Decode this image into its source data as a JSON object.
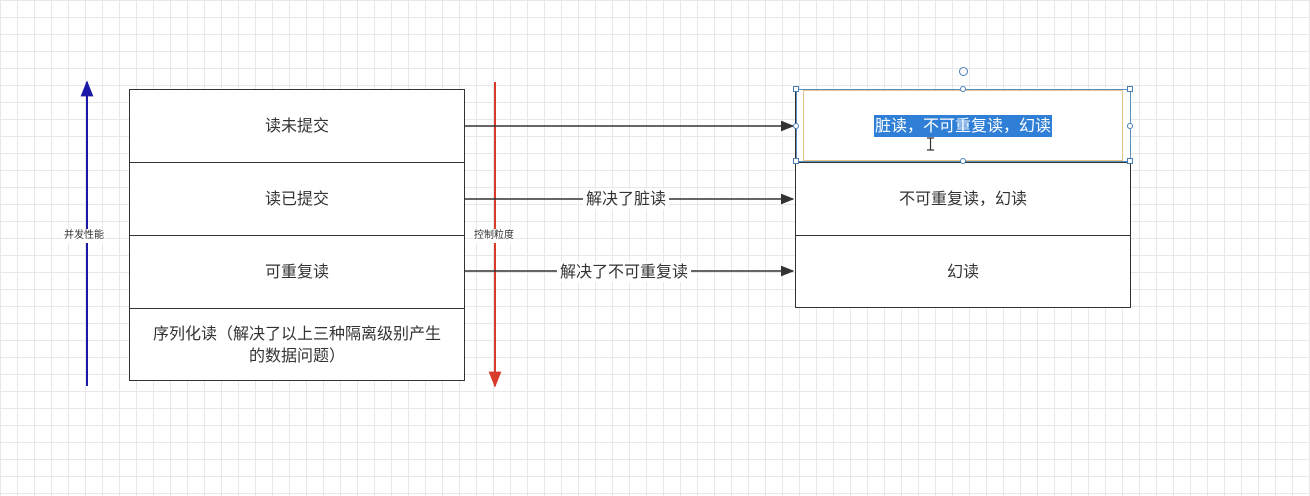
{
  "left_stack": {
    "cells": [
      "读未提交",
      "读已提交",
      "可重复读",
      "序列化读（解决了以上三种隔离级别产生的数据问题）"
    ]
  },
  "right_stack": {
    "cells": [
      "脏读，不可重复读，幻读",
      "不可重复读，幻读",
      "幻读"
    ],
    "selected_cell_index": 0
  },
  "axes": {
    "concurrency_label": "并发性能",
    "control_label": "控制粒度"
  },
  "edges": [
    "",
    "解决了脏读",
    "解决了不可重复读"
  ],
  "colors": {
    "concurrency_arrow": "#1a1aa6",
    "control_arrow": "#d93b2b",
    "selection": "#2f7fd6",
    "grid": "#e8e8e8"
  }
}
